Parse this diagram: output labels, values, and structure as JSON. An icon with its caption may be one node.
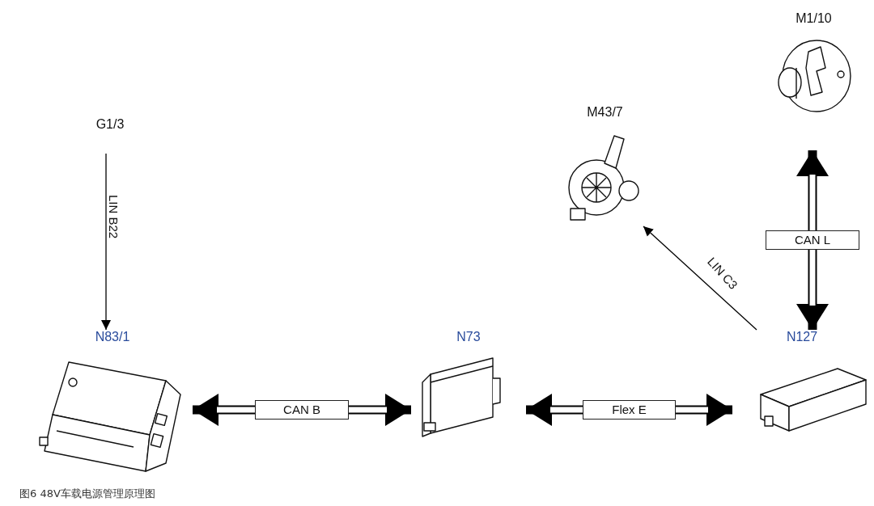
{
  "diagram": {
    "caption": "图6  48V车载电源管理原理图",
    "nodes": [
      {
        "text": [
          "G1/3"
        ]
      },
      {
        "text": [
          "N83/1"
        ]
      },
      {
        "text": [
          "N73"
        ]
      },
      {
        "text": [
          "N127"
        ]
      },
      {
        "text": [
          "M43/7"
        ]
      },
      {
        "text": [
          "M1/10"
        ]
      }
    ],
    "edges": [
      {
        "from": 0,
        "to": 1,
        "arrow": "to",
        "label": "LIN B22"
      },
      {
        "from": 1,
        "to": 2,
        "arrow": "both",
        "label": "CAN B"
      },
      {
        "from": 2,
        "to": 3,
        "arrow": "both",
        "label": "Flex E"
      },
      {
        "from": 3,
        "to": 4,
        "arrow": "to",
        "label": "LIN C3"
      },
      {
        "from": 3,
        "to": 5,
        "arrow": "both",
        "label": "CAN L"
      }
    ]
  }
}
